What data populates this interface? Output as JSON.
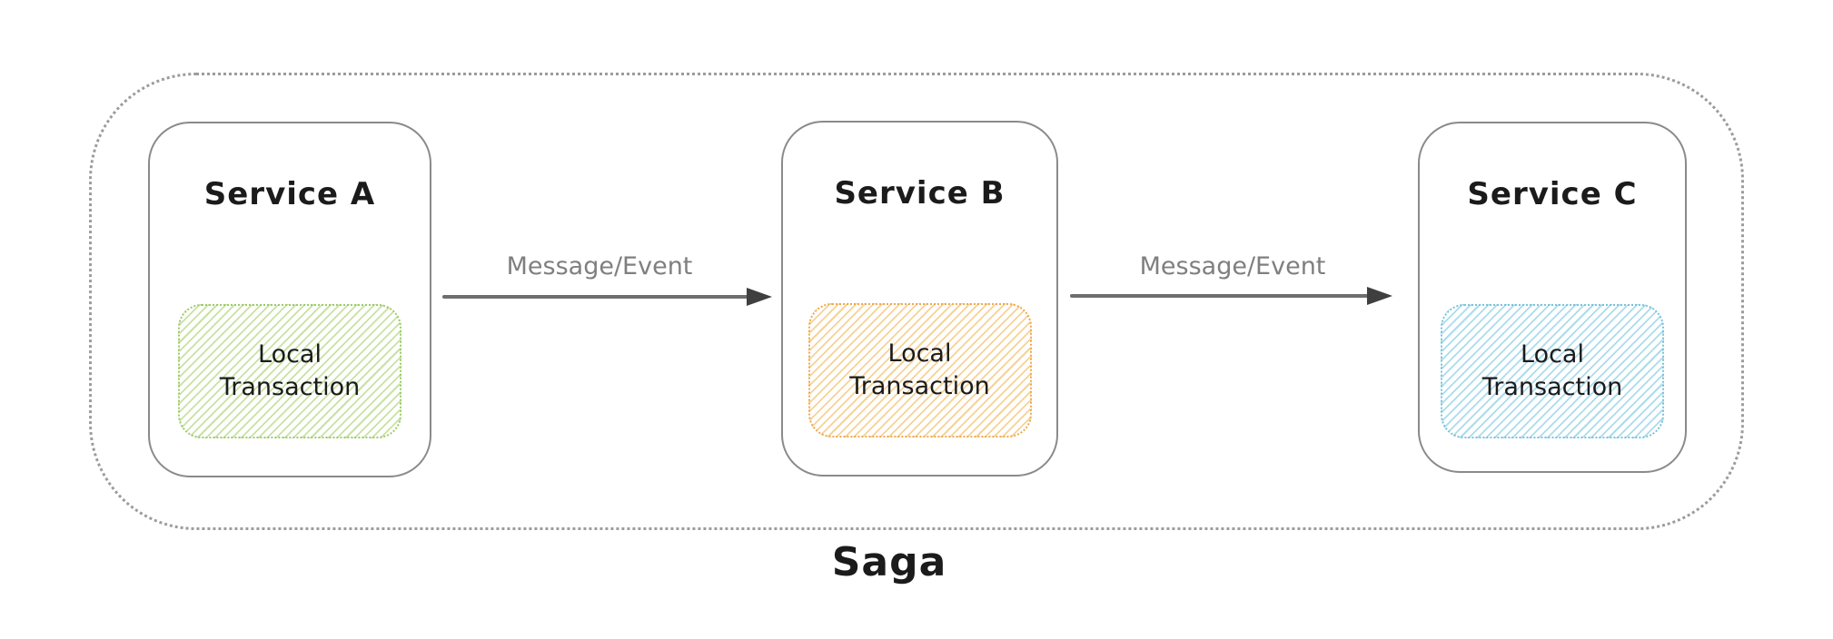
{
  "diagram": {
    "title": "Saga",
    "services": [
      {
        "label": "Service A",
        "transaction_label": "Local Transaction",
        "accent": "#9ccb67",
        "hatch": "#c8e2a2"
      },
      {
        "label": "Service B",
        "transaction_label": "Local Transaction",
        "accent": "#efa94f",
        "hatch": "#f7d296"
      },
      {
        "label": "Service C",
        "transaction_label": "Local Transaction",
        "accent": "#79c3dc",
        "hatch": "#abdcec"
      }
    ],
    "arrows": [
      {
        "label": "Message/Event"
      },
      {
        "label": "Message/Event"
      }
    ],
    "colors": {
      "background": "#ffffff",
      "boundary_border": "#9c9c9c",
      "service_border": "#8a8a8a",
      "arrow_line": "#6e6e6e",
      "arrow_head": "#3f3f3f",
      "arrow_label": "#7f7f7f",
      "text": "#1b1b1b"
    }
  }
}
